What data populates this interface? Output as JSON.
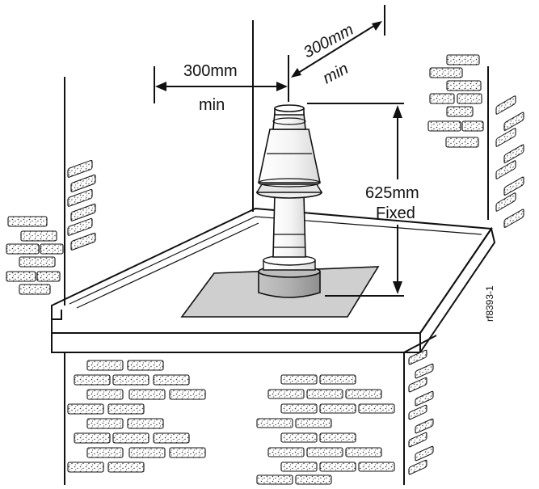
{
  "labels": {
    "side_clearance_value": "300mm",
    "side_clearance_min": "min",
    "rear_clearance_value": "300mm",
    "rear_clearance_min": "min",
    "height_value": "625mm",
    "height_fixed": "Fixed",
    "figure_ref": "rf8393-1"
  },
  "colors": {
    "line": "#111111",
    "flashing": "#cfcfcf",
    "flue_collar": "#a9a9a9",
    "flue_body": "#f2f2f2",
    "background": "#ffffff"
  }
}
